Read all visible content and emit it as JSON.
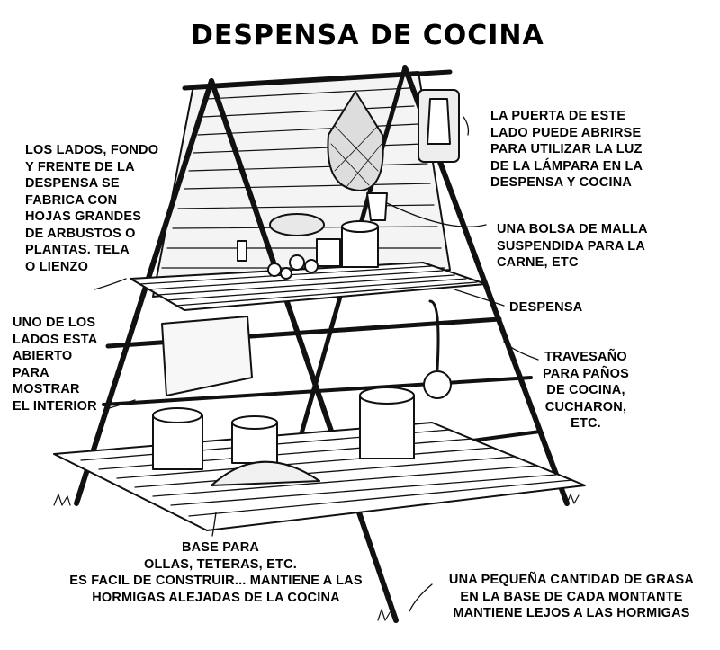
{
  "title": "DESPENSA DE COCINA",
  "labels": {
    "sides": "LOS LADOS, FONDO\nY FRENTE DE LA\nDESPENSA SE\nFABRICA CON\nHOJAS GRANDES\nDE ARBUSTOS O\nPLANTAS. TELA\nO LIENZO",
    "open_side": "UNO DE LOS\nLADOS ESTA\nABIERTO\nPARA\nMOSTRAR\nEL INTERIOR",
    "door": "LA PUERTA DE ESTE\nLADO PUEDE ABRIRSE\nPARA UTILIZAR LA LUZ\nDE LA LÁMPARA EN LA\nDESPENSA Y COCINA",
    "mesh_bag": "UNA BOLSA DE MALLA\nSUSPENDIDA PARA LA\nCARNE, ETC",
    "pantry": "DESPENSA",
    "crossbar": "TRAVESAÑO\nPARA PAÑOS\nDE COCINA,\nCUCHARON,\nETC.",
    "base": "BASE PARA\nOLLAS, TETERAS, ETC.",
    "easy": "ES FACIL DE CONSTRUIR... MANTIENE A LAS\nHORMIGAS ALEJADAS DE LA COCINA",
    "grease": "UNA PEQUEÑA CANTIDAD DE GRASA\nEN LA BASE DE CADA  MONTANTE\nMANTIENE LEJOS A LAS HORMIGAS"
  }
}
